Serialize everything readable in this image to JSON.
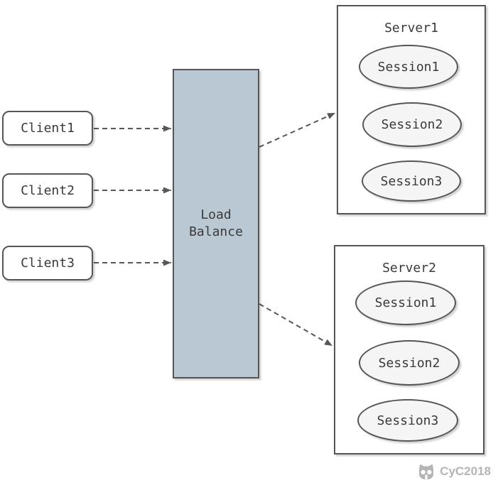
{
  "diagram": {
    "clients": [
      {
        "label": "Client1"
      },
      {
        "label": "Client2"
      },
      {
        "label": "Client3"
      }
    ],
    "load_balancer": {
      "label": "Load\nBalance"
    },
    "servers": [
      {
        "title": "Server1",
        "sessions": [
          "Session1",
          "Session2",
          "Session3"
        ]
      },
      {
        "title": "Server2",
        "sessions": [
          "Session1",
          "Session2",
          "Session3"
        ]
      }
    ],
    "arrows": [
      "client1-to-load-balancer",
      "client2-to-load-balancer",
      "client3-to-load-balancer",
      "load-balancer-to-server1",
      "load-balancer-to-server2"
    ],
    "watermark": {
      "text": "CyC2018",
      "icon": "cat-logo-icon"
    }
  },
  "colors": {
    "border-color": "#565656",
    "lb-fill": "#b9c8d2",
    "client-fill": "#ffffff",
    "server-fill": "#ffffff",
    "ellipse-fill": "#f5f5f5",
    "text-color": "#3a3a3a",
    "arrow-color": "#575757",
    "watermark-color": "#b5b5b5"
  }
}
